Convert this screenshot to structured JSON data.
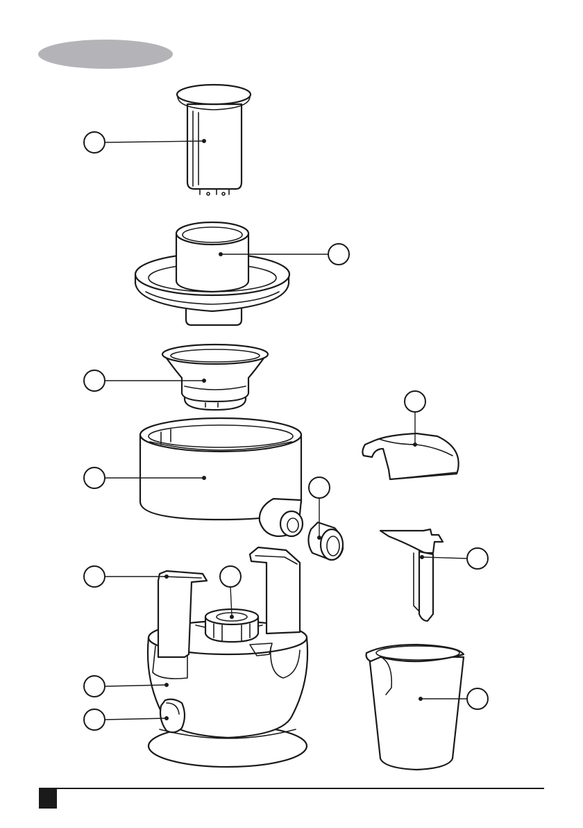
{
  "header": {
    "badge_color": "#b3b3b8",
    "badge_text": ""
  },
  "footer": {
    "page_marker_color": "#1a1a1a",
    "rule_color": "#1a1a1a"
  },
  "parts": [
    {
      "id": "pusher",
      "icon": "food-pusher-icon",
      "callout_label": ""
    },
    {
      "id": "feed-tube-lid",
      "icon": "feed-tube-lid-icon",
      "callout_label": ""
    },
    {
      "id": "filter-basket",
      "icon": "filter-basket-icon",
      "callout_label": ""
    },
    {
      "id": "juice-collector",
      "icon": "juice-collector-icon",
      "callout_label": ""
    },
    {
      "id": "juice-spout",
      "icon": "juice-spout-icon",
      "callout_label": ""
    },
    {
      "id": "pulp-cover",
      "icon": "pulp-cover-icon",
      "callout_label": ""
    },
    {
      "id": "cleaning-brush",
      "icon": "cleaning-brush-icon",
      "callout_label": ""
    },
    {
      "id": "locking-arm",
      "icon": "locking-arm-icon",
      "callout_label": ""
    },
    {
      "id": "drive-coupling",
      "icon": "drive-coupling-icon",
      "callout_label": ""
    },
    {
      "id": "motor-base",
      "icon": "motor-base-icon",
      "callout_label": ""
    },
    {
      "id": "switch",
      "icon": "switch-icon",
      "callout_label": ""
    },
    {
      "id": "juice-jug",
      "icon": "juice-jug-icon",
      "callout_label": ""
    }
  ]
}
